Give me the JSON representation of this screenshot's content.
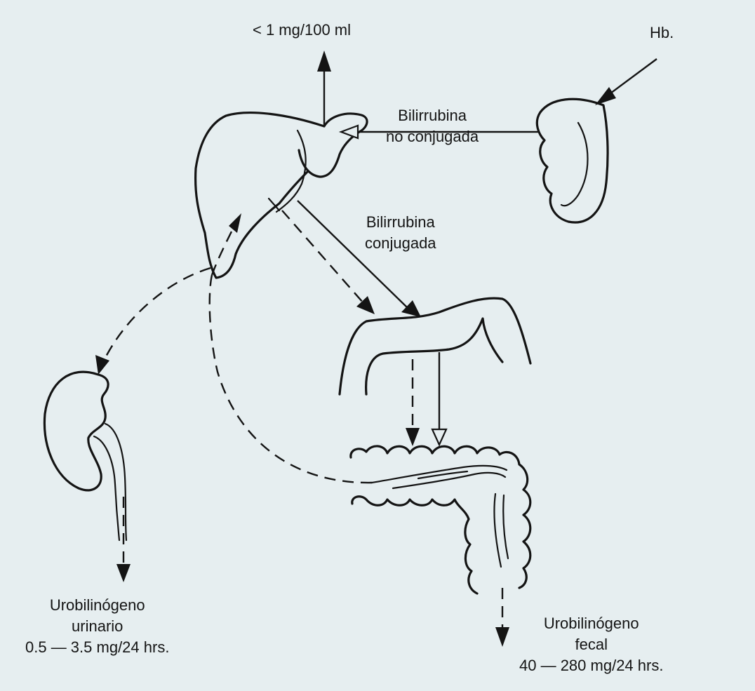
{
  "labels": {
    "serum_limit": "< 1 mg/100 ml",
    "hemoglobin": "Hb.",
    "unconjugated": {
      "line1": "Bilirrubina",
      "line2": "no conjugada"
    },
    "conjugated": {
      "line1": "Bilirrubina",
      "line2": "conjugada"
    },
    "urinary": {
      "line1": "Urobilinógeno",
      "line2": "urinario",
      "line3": "0.5 — 3.5 mg/24 hrs."
    },
    "fecal": {
      "line1": "Urobilinógeno",
      "line2": "fecal",
      "line3": "40 — 280 mg/24 hrs."
    }
  },
  "organs": [
    "liver",
    "spleen",
    "duodenum",
    "colon",
    "kidney"
  ],
  "colors": {
    "ink": "#141414",
    "paper": "#e6eef0"
  }
}
